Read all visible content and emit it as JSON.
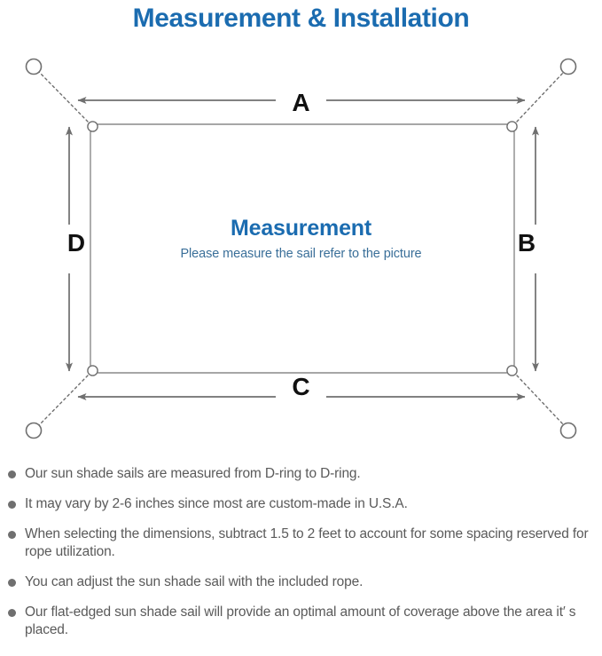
{
  "page": {
    "title": "Measurement & Installation",
    "title_color": "#1b6cb0",
    "background_color": "#ffffff"
  },
  "diagram": {
    "name": "sun-shade-sail-measurement-diagram",
    "center_heading": "Measurement",
    "center_subtitle": "Please measure the sail refer to the picture",
    "center_heading_color": "#1b6cb0",
    "center_subtitle_color": "#3a6f99",
    "line_color": "#6f6f6f",
    "sail_outline_color": "#808080",
    "dimension_labels": {
      "top": "A",
      "right": "B",
      "bottom": "C",
      "left": "D"
    },
    "anchor_point_count": 4,
    "d_ring_count": 4
  },
  "notes": {
    "items": [
      "Our sun shade sails are measured from D-ring to D-ring.",
      "It may vary by 2-6 inches since most are custom-made in U.S.A.",
      "When selecting the dimensions, subtract 1.5 to 2 feet to account for some spacing reserved for rope utilization.",
      "You can adjust the sun shade sail with the included rope.",
      "Our flat-edged sun shade sail will provide an optimal amount of coverage above the area it′ s placed."
    ],
    "bullet_color": "#6f6f6f",
    "text_color": "#5a5a5a"
  }
}
